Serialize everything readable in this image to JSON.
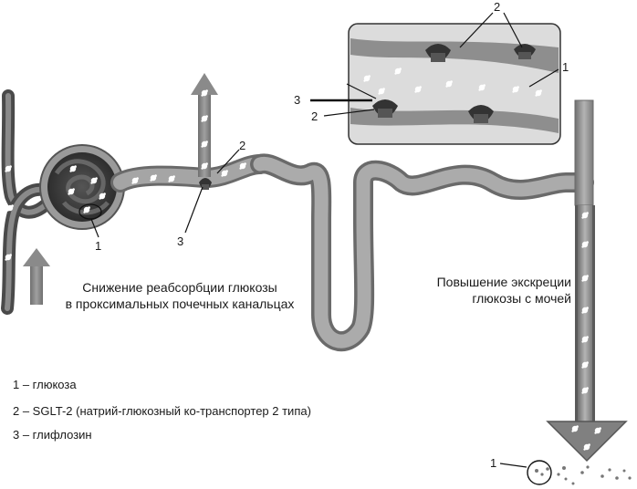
{
  "captions": {
    "proximal": {
      "line1": "Снижение реабсорбции глюкозы",
      "line2": "в проксимальных почечных канальцах"
    },
    "excretion": {
      "line1": "Повышение экскреции",
      "line2": "глюкозы с мочей"
    }
  },
  "callouts": {
    "glomerulus_1": "1",
    "tubule_2": "2",
    "tubule_3": "3",
    "inset_2": "2",
    "inset_1": "1",
    "inset_3": "3",
    "inset_2b": "2",
    "urine_1": "1"
  },
  "legend": [
    "1 – глюкоза",
    "2 – SGLT-2 (натрий-глюкозный ко-транспортер 2 типа)",
    "3 – глифлозин"
  ],
  "colors": {
    "tubule": "#a9a9a9",
    "tubule_dark": "#7a7a7a",
    "glomerulus": "#3a3a3a",
    "arrow": "#8c8c8c",
    "inset_bg": "#d9d9d9"
  }
}
